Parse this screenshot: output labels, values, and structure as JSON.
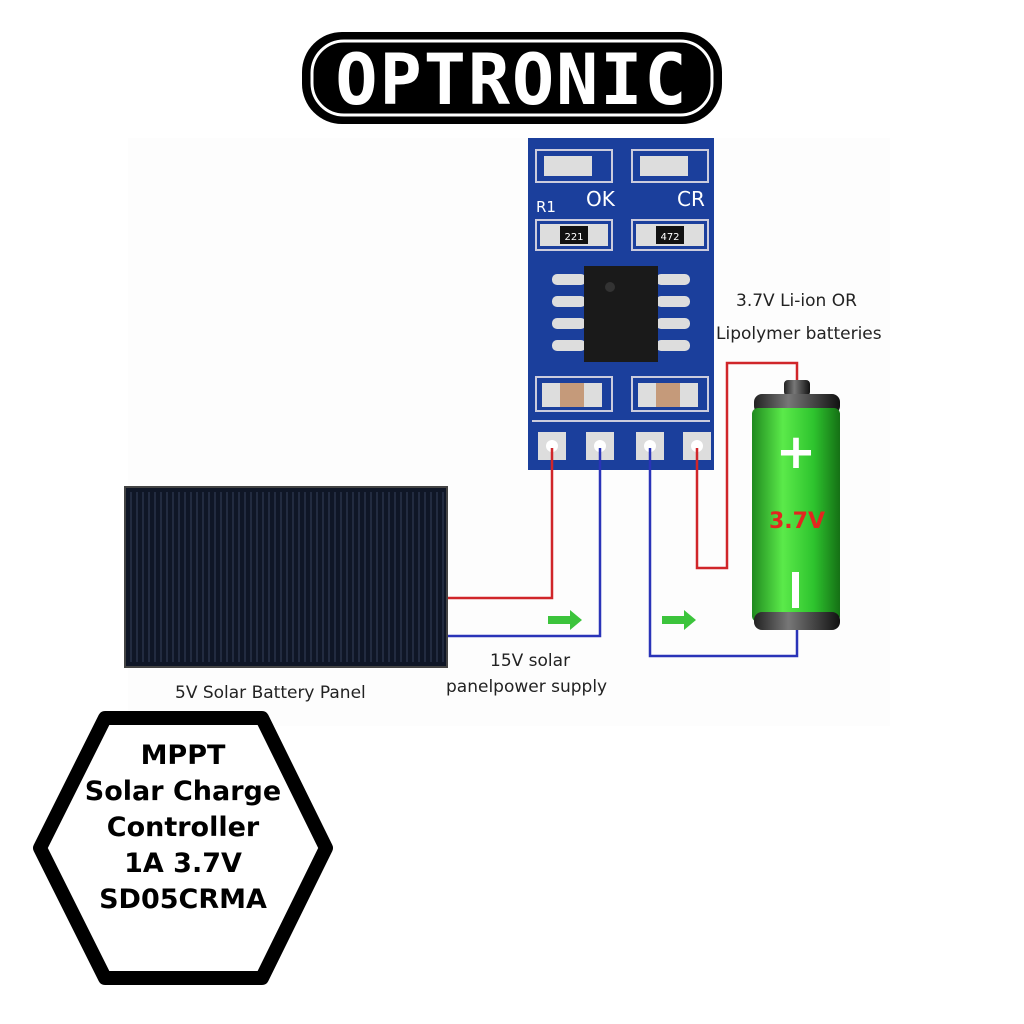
{
  "logo": {
    "text": "OPTRONIC"
  },
  "pcb": {
    "labels": {
      "r1": "R1",
      "ok": "OK",
      "cr": "CR",
      "res1": "221",
      "res2": "472"
    }
  },
  "battery": {
    "title_line1": "3.7V Li-ion OR",
    "title_line2": "Lipolymer batteries",
    "voltage": "3.7V",
    "plus": "+",
    "minus": "−"
  },
  "solar_panel": {
    "label": "5V Solar Battery Panel"
  },
  "supply": {
    "line1": "15V solar",
    "line2": "panelpower supply"
  },
  "badge": {
    "lines": [
      "MPPT",
      "Solar Charge",
      "Controller",
      "1A  3.7V",
      "SD05CRMA"
    ]
  },
  "colors": {
    "pcb": "#1b3f9c",
    "wire_red": "#d0262a",
    "wire_blue": "#2a34b8",
    "battery": "#2ec42e",
    "arrow": "#3cc43c"
  }
}
